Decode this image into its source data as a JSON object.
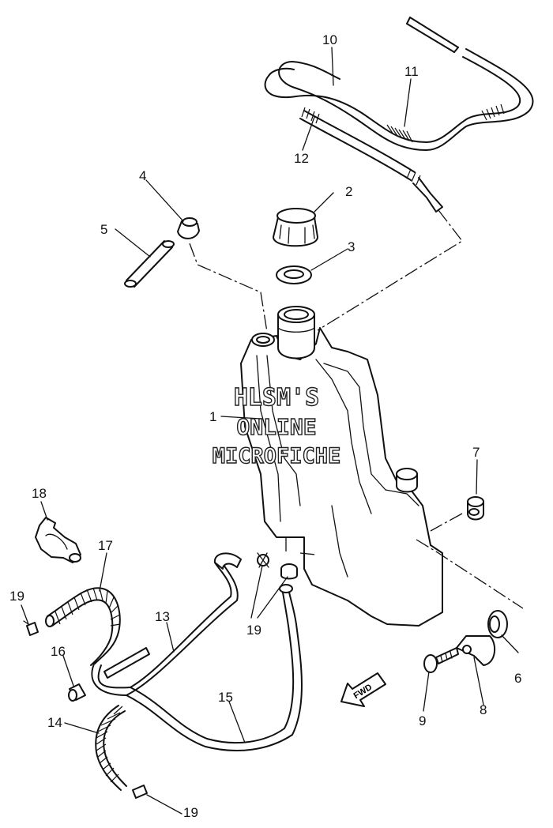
{
  "watermark": {
    "line1": "HLSM'S",
    "line2": "ONLINE",
    "line3": "MICROFICHE"
  },
  "direction_arrow": "FWD",
  "part_numbers": [
    {
      "id": "p1",
      "label": "1"
    },
    {
      "id": "p2",
      "label": "2"
    },
    {
      "id": "p3",
      "label": "3"
    },
    {
      "id": "p4",
      "label": "4"
    },
    {
      "id": "p5",
      "label": "5"
    },
    {
      "id": "p6",
      "label": "6"
    },
    {
      "id": "p7",
      "label": "7"
    },
    {
      "id": "p8",
      "label": "8"
    },
    {
      "id": "p9",
      "label": "9"
    },
    {
      "id": "p10",
      "label": "10"
    },
    {
      "id": "p11",
      "label": "11"
    },
    {
      "id": "p12",
      "label": "12"
    },
    {
      "id": "p13",
      "label": "13"
    },
    {
      "id": "p14",
      "label": "14"
    },
    {
      "id": "p15",
      "label": "15"
    },
    {
      "id": "p16",
      "label": "16"
    },
    {
      "id": "p17",
      "label": "17"
    },
    {
      "id": "p18",
      "label": "18"
    },
    {
      "id": "p19a",
      "label": "19"
    },
    {
      "id": "p19b",
      "label": "19"
    },
    {
      "id": "p19c",
      "label": "19"
    }
  ]
}
